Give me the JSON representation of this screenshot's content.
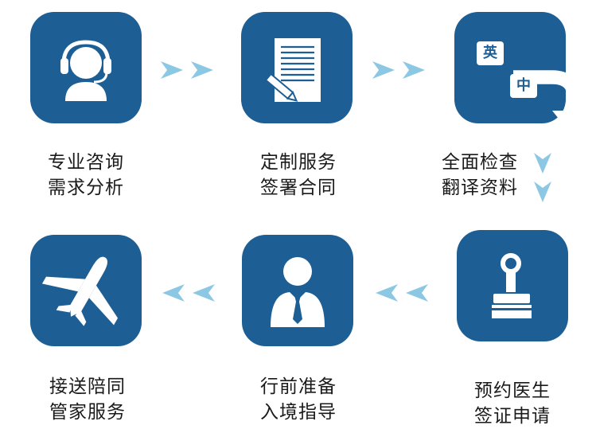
{
  "steps": [
    {
      "line1": "专业咨询",
      "line2": "需求分析",
      "icon": "headset-person-icon"
    },
    {
      "line1": "定制服务",
      "line2": "签署合同",
      "icon": "document-pen-icon"
    },
    {
      "line1": "全面检查",
      "line2": "翻译资料",
      "icon": "translate-icon",
      "icon_text_a": "英",
      "icon_text_b": "中"
    },
    {
      "line1": "预约医生",
      "line2": "签证申请",
      "icon": "stamp-icon"
    },
    {
      "line1": "行前准备",
      "line2": "入境指导",
      "icon": "businessman-icon"
    },
    {
      "line1": "接送陪同",
      "line2": "管家服务",
      "icon": "airplane-icon"
    }
  ],
  "colors": {
    "tile": "#1d5f95",
    "arrow": "#8cc8e4",
    "text": "#1a1a1a"
  }
}
